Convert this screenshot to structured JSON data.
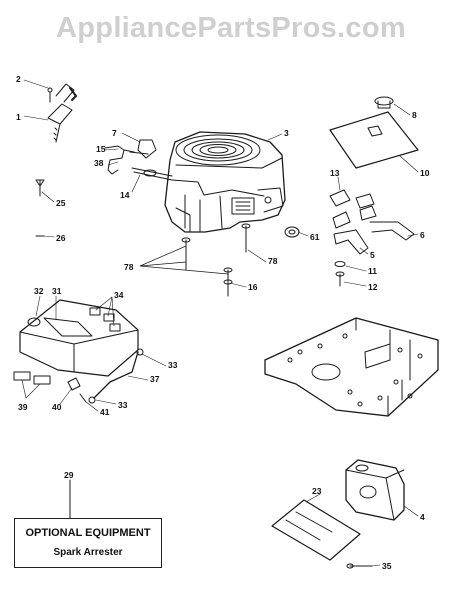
{
  "watermark": "AppliancePartsPros.com",
  "callouts": [
    "1",
    "2",
    "3",
    "4",
    "5",
    "6",
    "7",
    "8",
    "10",
    "11",
    "12",
    "13",
    "14",
    "15",
    "16",
    "23",
    "25",
    "26",
    "29",
    "31",
    "32",
    "33",
    "33",
    "34",
    "35",
    "37",
    "38",
    "39",
    "40",
    "41",
    "61",
    "78",
    "78"
  ],
  "optional_box": {
    "title": "OPTIONAL EQUIPMENT",
    "subtitle": "Spark Arrester"
  }
}
